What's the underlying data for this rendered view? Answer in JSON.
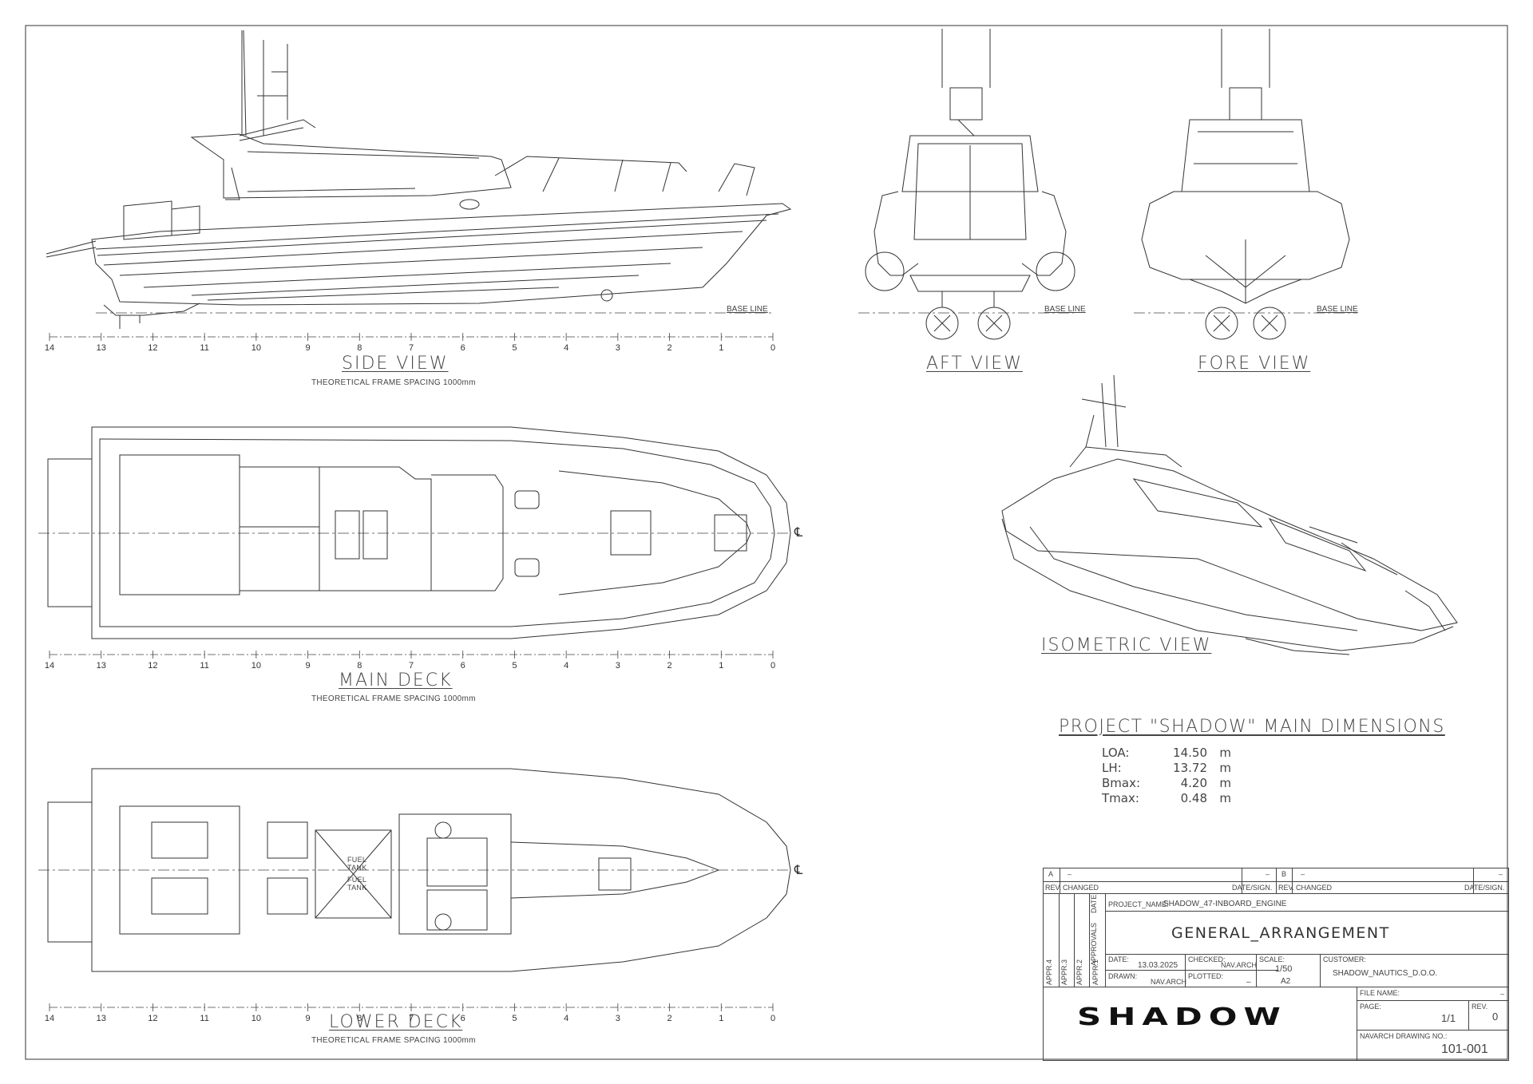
{
  "views": {
    "side": {
      "title": "SIDE VIEW",
      "subtitle": "THEORETICAL FRAME SPACING 1000mm",
      "base_line": "BASE LINE"
    },
    "aft": {
      "title": "AFT VIEW",
      "base_line": "BASE LINE"
    },
    "fore": {
      "title": "FORE VIEW",
      "base_line": "BASE LINE"
    },
    "isometric": {
      "title": "ISOMETRIC VIEW"
    },
    "main_deck": {
      "title": "MAIN DECK",
      "subtitle": "THEORETICAL FRAME SPACING 1000mm"
    },
    "lower_deck": {
      "title": "LOWER DECK",
      "subtitle": "THEORETICAL FRAME SPACING 1000mm",
      "fuel_tank_label": "FUEL\nTANK"
    }
  },
  "frame_ticks": [
    "14",
    "13",
    "12",
    "11",
    "10",
    "9",
    "8",
    "7",
    "6",
    "5",
    "4",
    "3",
    "2",
    "1",
    "0"
  ],
  "centerline_symbol": "℄",
  "main_dimensions": {
    "title": "PROJECT \"SHADOW\" MAIN DIMENSIONS",
    "rows": [
      {
        "key": "LOA:",
        "value": "14.50",
        "unit": "m"
      },
      {
        "key": "LH:",
        "value": "13.72",
        "unit": "m"
      },
      {
        "key": "Bmax:",
        "value": "4.20",
        "unit": "m"
      },
      {
        "key": "Tmax:",
        "value": "0.48",
        "unit": "m"
      }
    ]
  },
  "title_block": {
    "rev_a": "A",
    "rev_b": "B",
    "dash": "–",
    "rev_label": "REV.",
    "changed_label": "CHANGED",
    "date_sign_label": "DATE/SIGN.",
    "project_name_label": "PROJECT_NAME:",
    "project_name": "SHADOW_47-INBOARD_ENGINE",
    "drawing_title": "GENERAL_ARRANGEMENT",
    "approvals_label": "APPROVALS",
    "date_col_label": "DATE",
    "appr_labels": [
      "APPR.4",
      "APPR.3",
      "APPR.2",
      "APPR.1"
    ],
    "date_label": "DATE:",
    "date": "13.03.2025",
    "drawn_label": "DRAWN:",
    "drawn": "NAV.ARCH",
    "checked_label": "CHECKED:",
    "checked": "NAV.ARCH",
    "plotted_label": "PLOTTED:",
    "plotted": "–",
    "scale_label": "SCALE:",
    "scale": "1/50",
    "paper": "A2",
    "customer_label": "CUSTOMER:",
    "customer": "SHADOW_NAUTICS_D.O.O.",
    "file_name_label": "FILE NAME:",
    "page_label": "PAGE:",
    "page": "1/1",
    "rev_value_label": "REV.",
    "rev_value": "0",
    "drawing_no_label": "NAVARCH DRAWING NO.:",
    "drawing_no": "101-001",
    "logo": "SHADOW"
  }
}
